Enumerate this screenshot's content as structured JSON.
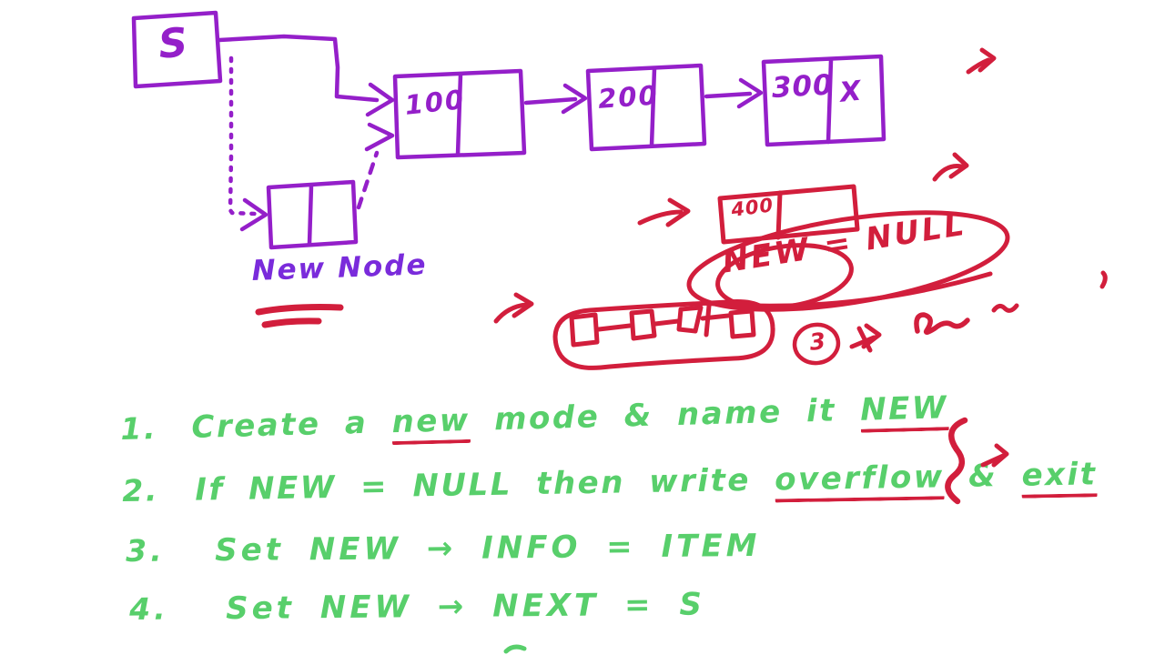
{
  "colors": {
    "purple": "#941fc9",
    "blue_violet": "#7a2bdb",
    "red": "#d21e3c",
    "green": "#58cf6b",
    "background": "#ffffff"
  },
  "diagram": {
    "start_box_label": "S",
    "nodes": [
      {
        "info": "100",
        "next": ""
      },
      {
        "info": "200",
        "next": ""
      },
      {
        "info": "300",
        "next": "X"
      }
    ],
    "new_node_label": "New Node",
    "red_node_info": "400",
    "red_annotation": "NEW = NULL",
    "red_step_number": "3"
  },
  "steps": [
    {
      "num": "1.",
      "segments": [
        {
          "t": "Create a "
        },
        {
          "t": "new",
          "u": true
        },
        {
          "t": " mode & name it "
        },
        {
          "t": "NEW",
          "u": true
        }
      ]
    },
    {
      "num": "2.",
      "segments": [
        {
          "t": "If NEW = NULL then write "
        },
        {
          "t": "overflow",
          "u": true
        },
        {
          "t": " & "
        },
        {
          "t": "exit",
          "u": true
        }
      ]
    },
    {
      "num": "3.",
      "segments": [
        {
          "t": "Set NEW → INFO = ITEM"
        }
      ]
    },
    {
      "num": "4.",
      "segments": [
        {
          "t": "Set NEW → NEXT = S"
        }
      ]
    }
  ]
}
